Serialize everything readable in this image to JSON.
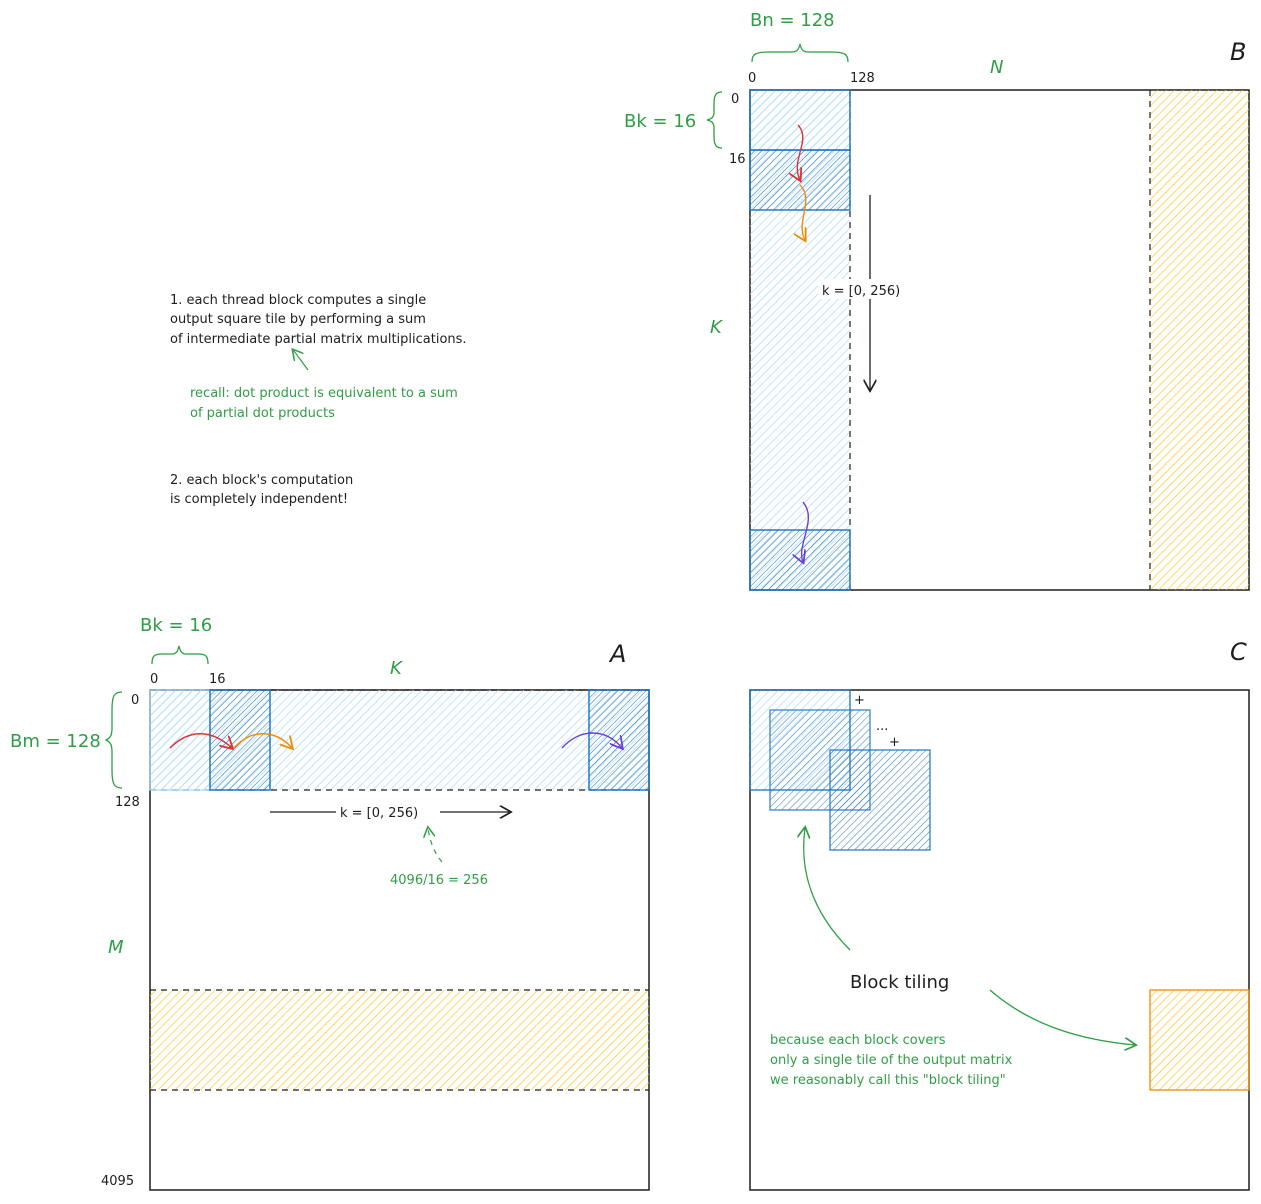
{
  "notes": {
    "line1": "1. each thread block computes a single",
    "line2": "output square tile by performing a sum",
    "line3": "of intermediate partial matrix multiplications.",
    "recall1": "recall: dot product is equivalent to a sum",
    "recall2": "of partial dot products",
    "point2a": "2. each block's computation",
    "point2b": "is completely independent!"
  },
  "matrix_b": {
    "name": "B",
    "dim_n": "N",
    "dim_k": "K",
    "bn_label": "Bn = 128",
    "bk_label": "Bk = 16",
    "tick_col0": "0",
    "tick_col128": "128",
    "tick_row0": "0",
    "tick_row16": "16",
    "k_range": "k = [0, 256)"
  },
  "matrix_a": {
    "name": "A",
    "dim_k": "K",
    "dim_m": "M",
    "bk_label": "Bk = 16",
    "bm_label": "Bm = 128",
    "tick_col0": "0",
    "tick_col16": "16",
    "tick_row0": "0",
    "tick_row128": "128",
    "tick_row4095": "4095",
    "k_range": "k = [0, 256)",
    "k_note": "4096/16 = 256"
  },
  "matrix_c": {
    "name": "C",
    "plus1": "+",
    "dots": "...",
    "plus2": "+",
    "tiling_label": "Block tiling",
    "explain1": "because each block covers",
    "explain2": "only a single tile of the output matrix",
    "explain3": "we reasonably call this \"block tiling\""
  },
  "colors": {
    "ink": "#1e1e1e",
    "green": "#2f9e44",
    "blue": "#1971c2",
    "light_blue": "#a5d8ff",
    "orange": "#f08c00",
    "yellow": "#ffd43b",
    "red": "#e03131",
    "purple": "#6741d9"
  }
}
